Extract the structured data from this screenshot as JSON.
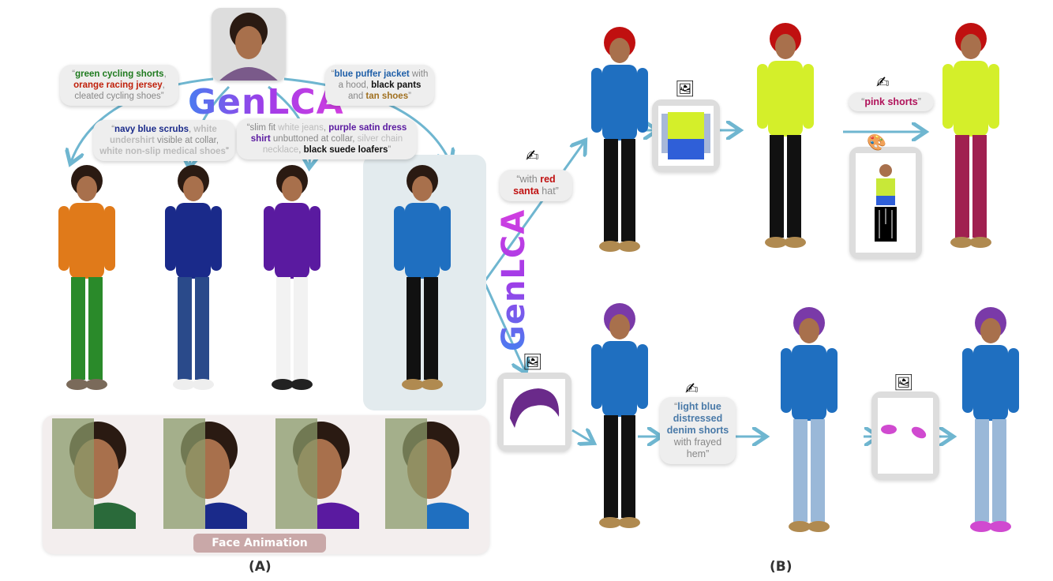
{
  "panel_a": {
    "title": "GenLCA",
    "label": "(A)",
    "bubbles": [
      {
        "segments": [
          {
            "t": "“",
            "c": "#888888"
          },
          {
            "t": "green cycling shorts",
            "c": "#1e7a1e",
            "b": true
          },
          {
            "t": ", ",
            "c": "#888888"
          },
          {
            "t": "orange racing jersey",
            "c": "#c0200a",
            "b": true
          },
          {
            "t": ", cleated cycling shoes”",
            "c": "#888888"
          }
        ]
      },
      {
        "segments": [
          {
            "t": "“",
            "c": "#888888"
          },
          {
            "t": "navy blue scrubs",
            "c": "#1a2a8a",
            "b": true
          },
          {
            "t": ", ",
            "c": "#888888"
          },
          {
            "t": "white undershirt",
            "c": "#bbbbbb",
            "b": true
          },
          {
            "t": " visible at collar, ",
            "c": "#888888"
          },
          {
            "t": "white non-slip medical shoes",
            "c": "#bbbbbb",
            "b": true
          },
          {
            "t": "”",
            "c": "#888888"
          }
        ]
      },
      {
        "segments": [
          {
            "t": "“slim fit ",
            "c": "#888888"
          },
          {
            "t": "white jeans",
            "c": "#bbbbbb"
          },
          {
            "t": ", ",
            "c": "#888888"
          },
          {
            "t": "purple satin dress shirt",
            "c": "#5a1aa0",
            "b": true
          },
          {
            "t": " unbuttoned at collar, ",
            "c": "#888888"
          },
          {
            "t": "silver chain necklace",
            "c": "#bbbbbb"
          },
          {
            "t": ", ",
            "c": "#888888"
          },
          {
            "t": "black suede loafers",
            "c": "#111111",
            "b": true
          },
          {
            "t": "”",
            "c": "#888888"
          }
        ]
      },
      {
        "segments": [
          {
            "t": "“",
            "c": "#888888"
          },
          {
            "t": "blue puffer jacket",
            "c": "#1f5fa8",
            "b": true
          },
          {
            "t": " with a hood, ",
            "c": "#888888"
          },
          {
            "t": "black pants",
            "c": "#111111",
            "b": true
          },
          {
            "t": " and ",
            "c": "#888888"
          },
          {
            "t": "tan shoes",
            "c": "#a07020",
            "b": true
          },
          {
            "t": "”",
            "c": "#888888"
          }
        ]
      }
    ],
    "face_animation_label": "Face Animation"
  },
  "panel_b": {
    "title": "GenLCA",
    "label": "(B)",
    "bubbles": [
      {
        "segments": [
          {
            "t": "“with ",
            "c": "#888888"
          },
          {
            "t": "red santa",
            "c": "#c01010",
            "b": true
          },
          {
            "t": " hat”",
            "c": "#888888"
          }
        ]
      },
      {
        "segments": [
          {
            "t": "“",
            "c": "#888888"
          },
          {
            "t": "pink shorts",
            "c": "#b0125a",
            "b": true
          },
          {
            "t": "”",
            "c": "#888888"
          }
        ]
      },
      {
        "segments": [
          {
            "t": "“",
            "c": "#888888"
          },
          {
            "t": "light blue distressed denim shorts",
            "c": "#4a7aa8",
            "b": true
          },
          {
            "t": " with frayed hem”",
            "c": "#888888"
          }
        ]
      }
    ],
    "icons": [
      "writing-hand-icon",
      "framed-picture-icon",
      "artist-palette-icon"
    ]
  },
  "colors": {
    "arrow": "#6fb6d0",
    "bubble": "#eeeeee",
    "highlight_box": "#e3ebee",
    "face_box": "#f3eeee",
    "face_label": "#c9a8a8"
  }
}
